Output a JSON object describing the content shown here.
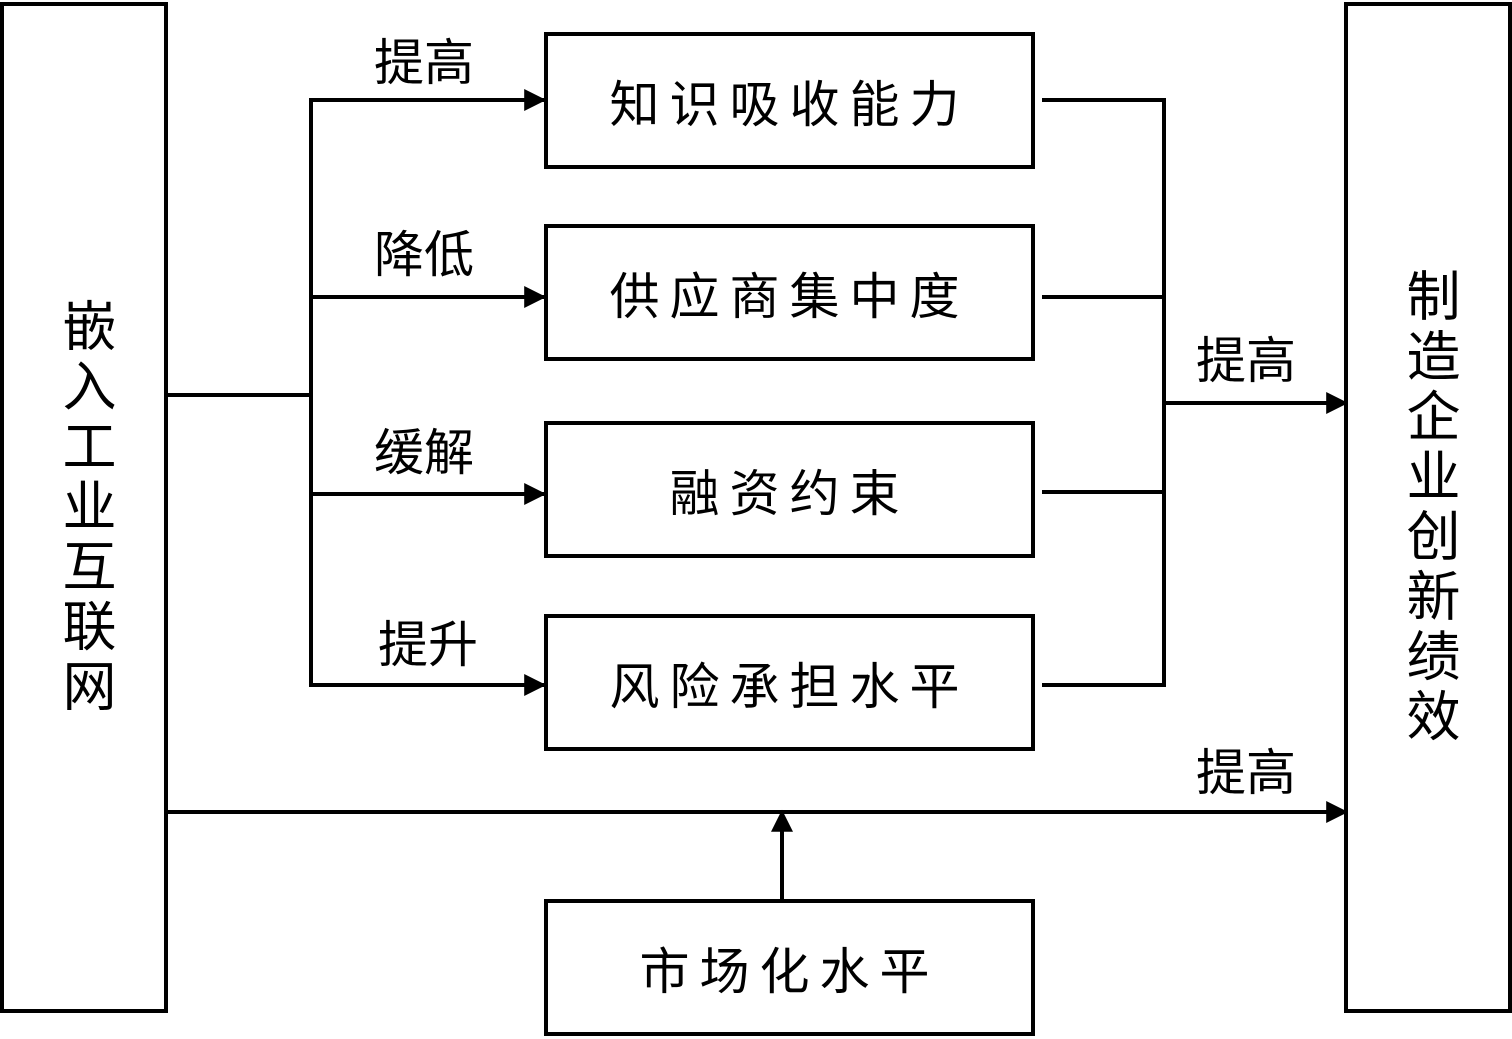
{
  "left_box": {
    "label": "嵌入工业互联网"
  },
  "right_box": {
    "label": "制造企业创新绩效"
  },
  "mediators": [
    {
      "label": "知识吸收能力",
      "arrow_label": "提高"
    },
    {
      "label": "供应商集中度",
      "arrow_label": "降低"
    },
    {
      "label": "融资约束",
      "arrow_label": "缓解"
    },
    {
      "label": "风险承担水平",
      "arrow_label": "提升"
    }
  ],
  "moderator": {
    "label": "市场化水平"
  },
  "merge_arrow_label": "提高",
  "direct_arrow_label": "提高"
}
